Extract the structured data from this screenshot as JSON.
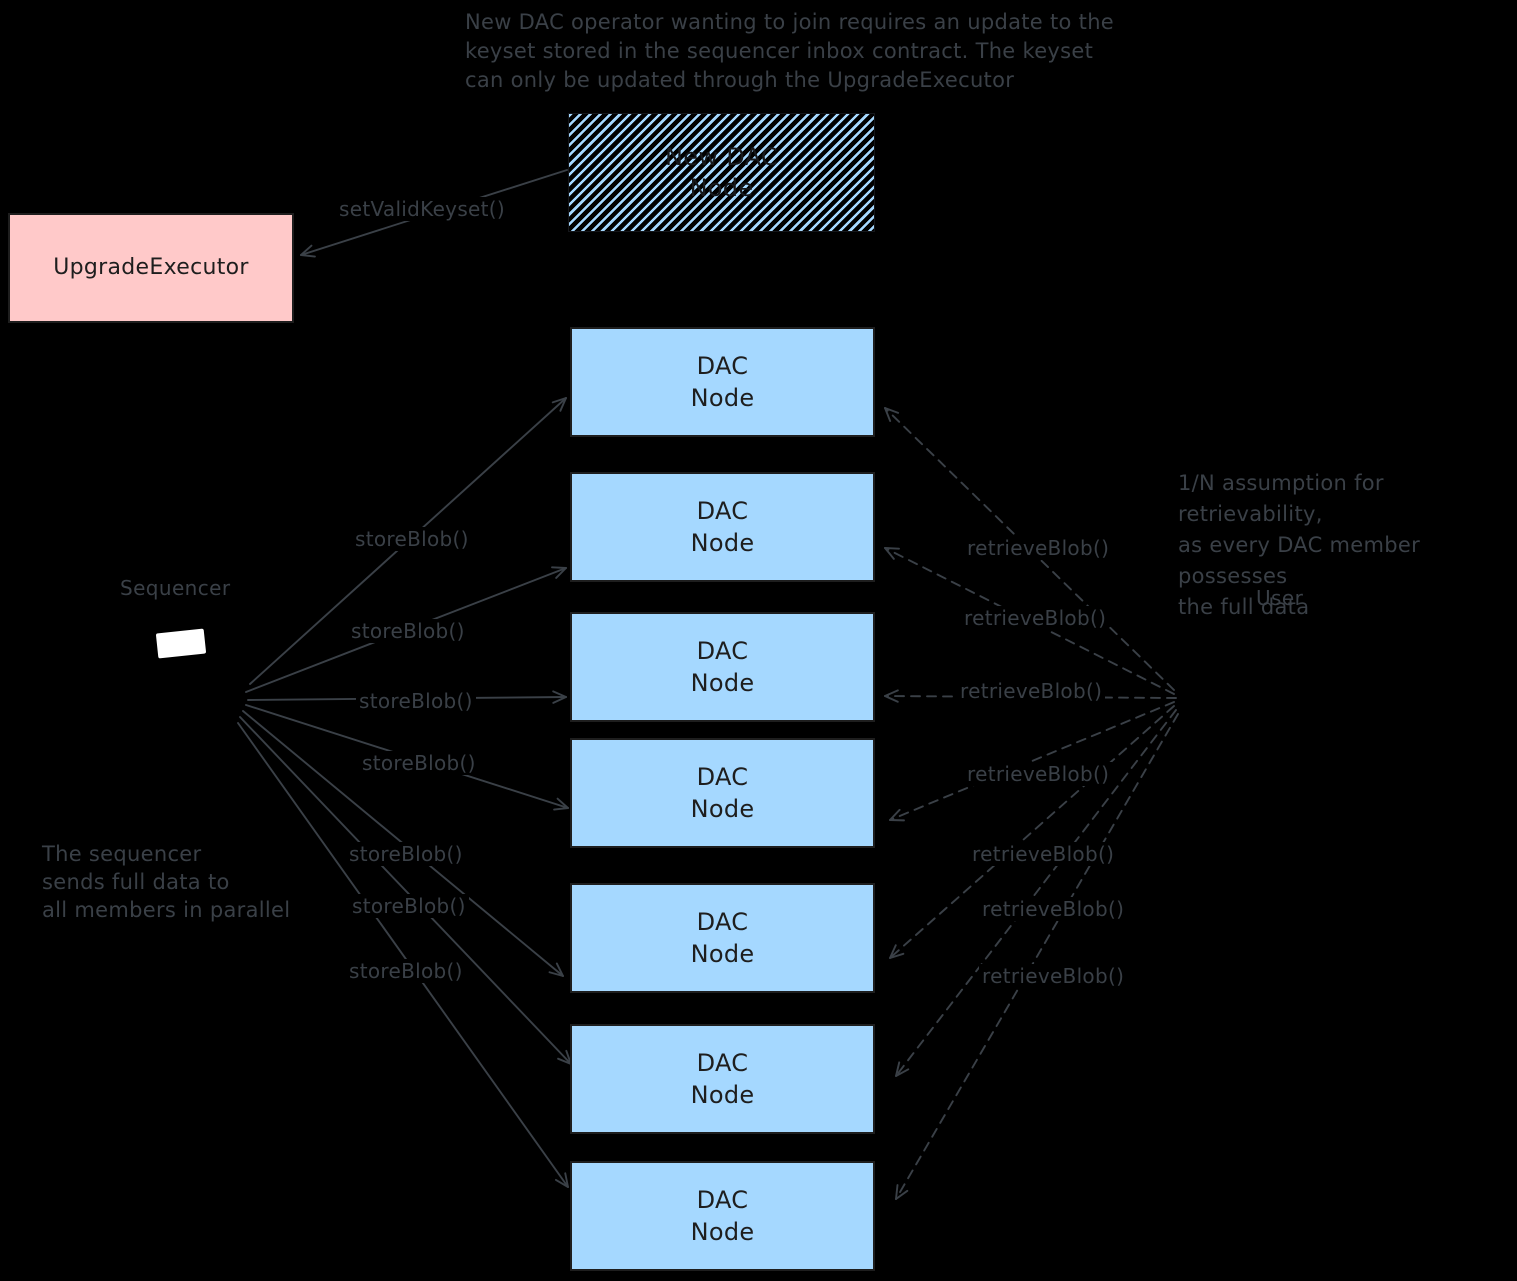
{
  "diagram": {
    "annotations": {
      "top": "New DAC operator wanting to join requires an update to the\nkeyset stored in the sequencer inbox contract. The keyset\ncan only be updated through the UpgradeExecutor",
      "right": "1/N assumption for retrievability,\nas every DAC member possesses\nthe full data",
      "bottom_left": "The sequencer\nsends full data to\nall members in parallel"
    },
    "nodes": {
      "new_dac_node": "New DAC\nNode",
      "upgrade_executor": "UpgradeExecutor",
      "dac_node": "DAC\nNode",
      "dac_node_count": 7
    },
    "actors": {
      "sequencer": "Sequencer",
      "user": "User"
    },
    "edge_labels": {
      "set_valid_keyset": "setValidKeyset()",
      "store_blob": "storeBlob()",
      "retrieve_blob": "retrieveBlob()"
    },
    "colors": {
      "background": "#000000",
      "dac_node_fill": "#a5d8ff",
      "upgrade_executor_fill": "#ffc9c9",
      "hatch_stripe": "#a5d8ff",
      "stroke": "#3a4047",
      "box_text": "#1e1e1e",
      "laptop_screen": "#ffffff"
    }
  }
}
